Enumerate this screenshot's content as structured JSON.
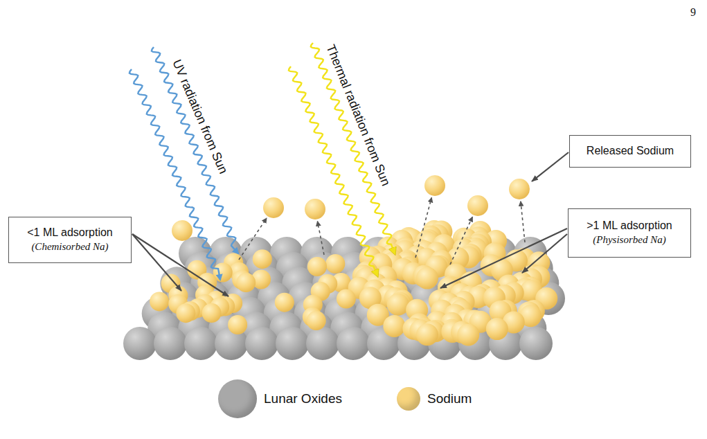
{
  "diagram": {
    "nodes": [
      {
        "text": [
          "Released Sodium"
        ]
      },
      {
        "text": [
          "<1 ML adsorption",
          "(Chemisorbed Na)"
        ]
      },
      {
        "text": [
          ">1 ML adsorption",
          "(Physisorbed Na)"
        ]
      }
    ],
    "labels": [
      "9",
      "UV radiation from Sun",
      "Thermal radiation from Sun"
    ],
    "legend": [
      {
        "text": "Lunar Oxides",
        "color": "#a8a8a8"
      },
      {
        "text": "Sodium",
        "color": "#f8d57e"
      }
    ]
  }
}
